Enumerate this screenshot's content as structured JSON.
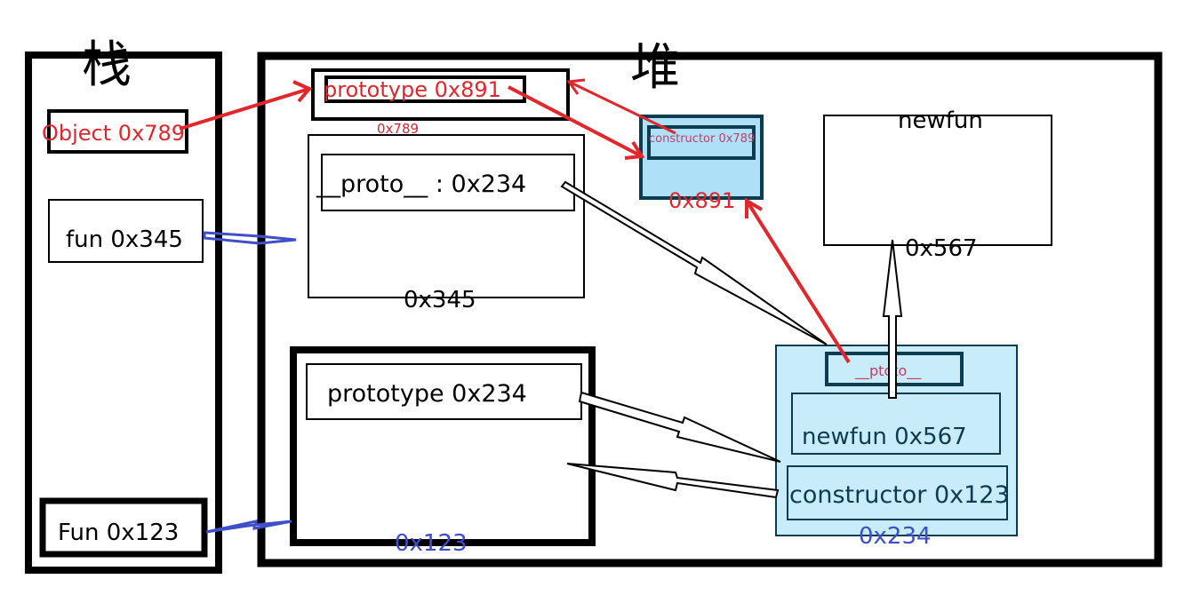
{
  "stack": {
    "title": "栈",
    "object_entry": "Object 0x789",
    "fun_entry": "fun 0x345",
    "Fun_entry": "Fun 0x123"
  },
  "heap": {
    "title": "堆",
    "object_prototype": {
      "prototype_field": "prototype 0x891",
      "address": "0x789"
    },
    "fun_instance": {
      "proto_field": "__proto__ : 0x234",
      "address": "0x345"
    },
    "object_proto_obj": {
      "constructor_field": "constructor 0x789",
      "address": "0x891"
    },
    "newfun_obj": {
      "title": "newfun",
      "address": "0x567"
    },
    "Fun_function": {
      "prototype_field": "prototype 0x234",
      "address": "0x123"
    },
    "Fun_prototype": {
      "proto_field": "__ptoto__",
      "newfun_field": "newfun 0x567",
      "constructor_field": "constructor 0x123",
      "address": "0x234"
    }
  },
  "colors": {
    "red_arrow": "#e3262c",
    "blue_arrow": "#3f4fcc",
    "light_blue_fill": "#c8ecfa",
    "box_fill_blue": "#aee0f7",
    "dark_border": "#0d3b50",
    "pink_text": "#c0406a"
  }
}
